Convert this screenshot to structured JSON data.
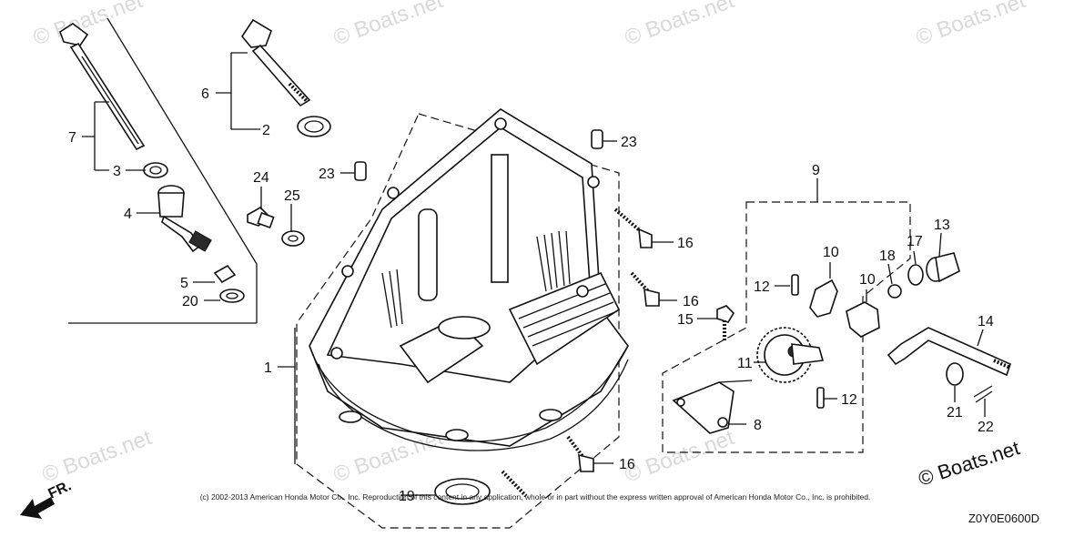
{
  "watermark": "© Boats.net",
  "brand_watermark": "© Boats.net",
  "copyright": "(c) 2002-2013 American Honda Motor Co., Inc. Reproduction of this content in any application, whole or in part without the express written approval of American Honda Motor Co., Inc. is prohibited.",
  "diagram_code": "Z0Y0E0600D",
  "front_marker": "FR.",
  "callouts": {
    "c1": "1",
    "c2": "2",
    "c3": "3",
    "c4": "4",
    "c5": "5",
    "c6": "6",
    "c7": "7",
    "c8": "8",
    "c9": "9",
    "c10a": "10",
    "c10b": "10",
    "c11": "11",
    "c12a": "12",
    "c12b": "12",
    "c13": "13",
    "c14": "14",
    "c15": "15",
    "c16a": "16",
    "c16b": "16",
    "c16c": "16",
    "c17": "17",
    "c18": "18",
    "c19": "19",
    "c20": "20",
    "c21": "21",
    "c22": "22",
    "c23a": "23",
    "c23b": "23",
    "c24": "24",
    "c25": "25"
  }
}
